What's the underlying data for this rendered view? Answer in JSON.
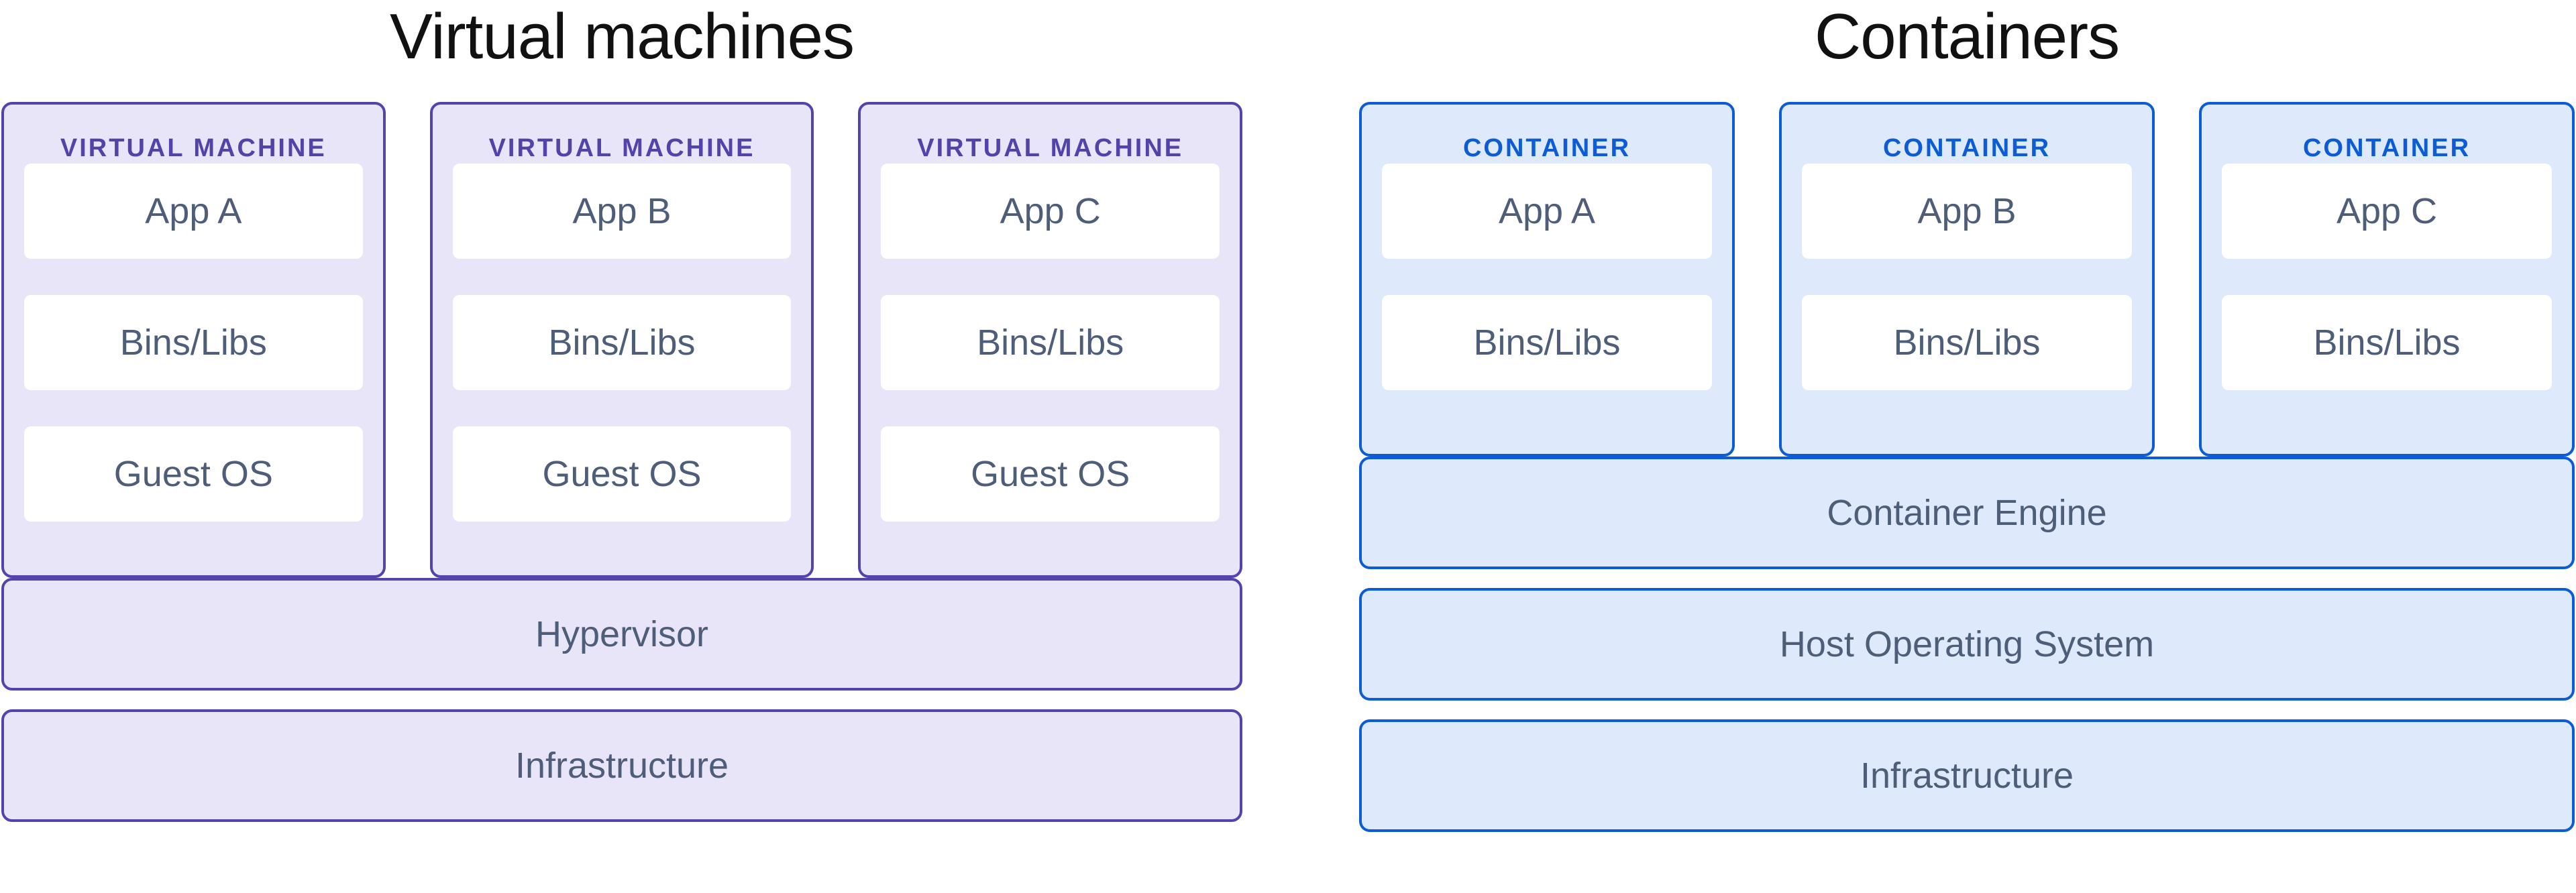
{
  "vm": {
    "title": "Virtual machines",
    "cards": [
      {
        "header": "VIRTUAL MACHINE",
        "slots": [
          "App A",
          "Bins/Libs",
          "Guest OS"
        ]
      },
      {
        "header": "VIRTUAL MACHINE",
        "slots": [
          "App B",
          "Bins/Libs",
          "Guest OS"
        ]
      },
      {
        "header": "VIRTUAL MACHINE",
        "slots": [
          "App C",
          "Bins/Libs",
          "Guest OS"
        ]
      }
    ],
    "layers": [
      "Hypervisor",
      "Infrastructure"
    ],
    "colors": {
      "border": "#5343AD",
      "fill": "#E9E5F9",
      "header_text": "#5243AA"
    }
  },
  "ct": {
    "title": "Containers",
    "cards": [
      {
        "header": "CONTAINER",
        "slots": [
          "App A",
          "Bins/Libs"
        ]
      },
      {
        "header": "CONTAINER",
        "slots": [
          "App B",
          "Bins/Libs"
        ]
      },
      {
        "header": "CONTAINER",
        "slots": [
          "App C",
          "Bins/Libs"
        ]
      }
    ],
    "layers": [
      "Container Engine",
      "Host Operating System",
      "Infrastructure"
    ],
    "colors": {
      "border": "#0B5CD6",
      "fill": "#DEEAFB",
      "header_text": "#0B5CD6"
    }
  },
  "shared_colors": {
    "slot_text": "#4E5D78",
    "slot_fill": "#FFFFFF",
    "title_text": "#111111",
    "page_background": "#FFFFFF"
  }
}
